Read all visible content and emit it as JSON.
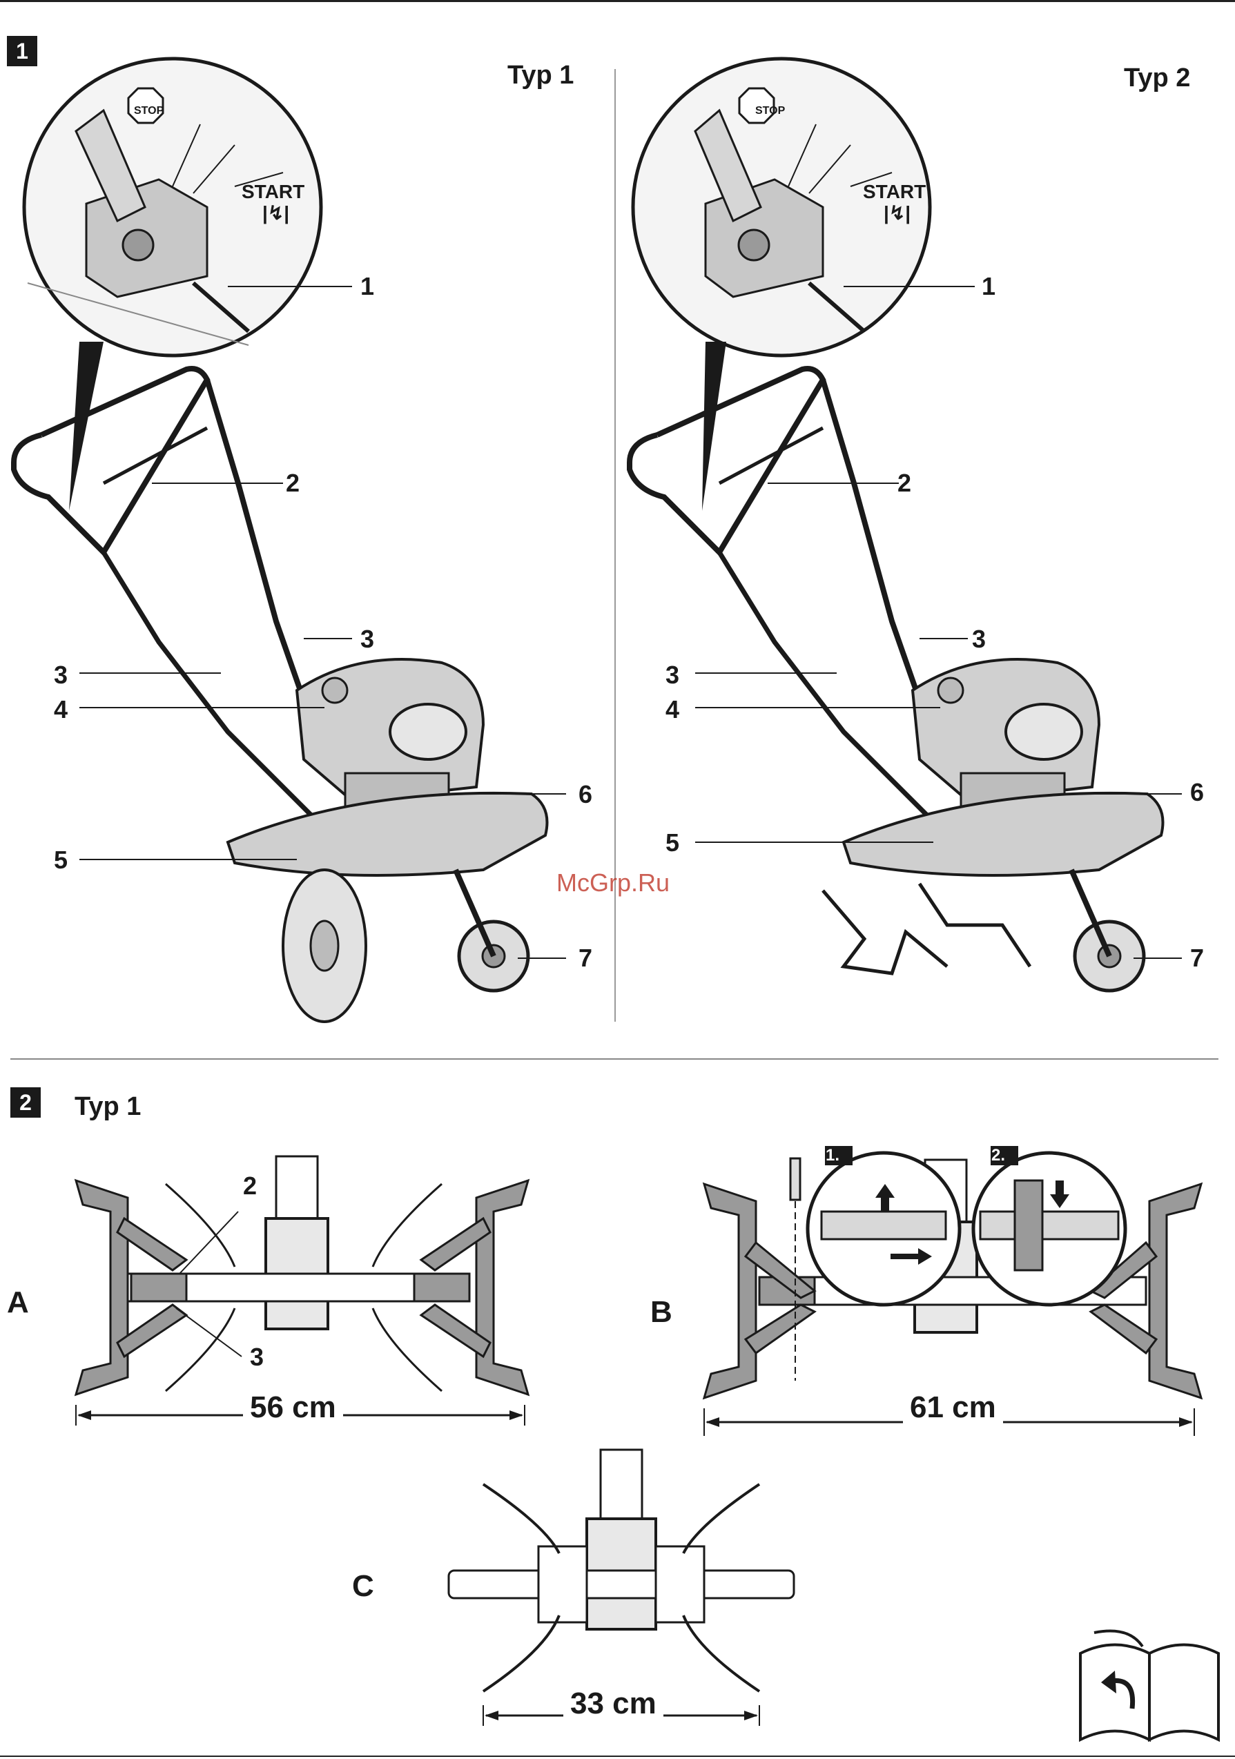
{
  "fig1": {
    "number": "1",
    "left": {
      "title": "Typ 1",
      "control_stop": "STOP",
      "control_start": "START",
      "control_start_symbol": "|↯|",
      "labels": [
        "1",
        "2",
        "3",
        "3",
        "4",
        "5",
        "6",
        "7"
      ]
    },
    "right": {
      "title": "Typ 2",
      "control_stop": "STOP",
      "control_start": "START",
      "control_start_symbol": "|↯|",
      "labels": [
        "1",
        "2",
        "3",
        "3",
        "4",
        "5",
        "6",
        "7"
      ]
    }
  },
  "fig2": {
    "number": "2",
    "title": "Typ 1",
    "A": {
      "letter": "A",
      "width": "56 cm",
      "labels": [
        "2",
        "3"
      ]
    },
    "B": {
      "letter": "B",
      "width": "61 cm",
      "steps": [
        "1.",
        "2."
      ]
    },
    "C": {
      "letter": "C",
      "width": "33 cm"
    }
  },
  "watermark": "McGrp.Ru",
  "colors": {
    "ink": "#1a1a1a",
    "gray": "#9a9a9a",
    "watermark": "#c0392b"
  }
}
